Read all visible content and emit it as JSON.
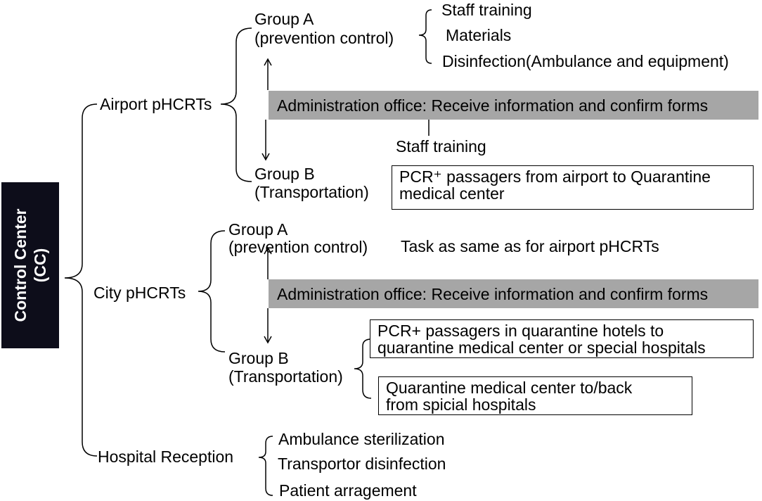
{
  "control_center": {
    "line1": "Control Center",
    "line2": "(CC)"
  },
  "airport": {
    "label": "Airport pHCRTs",
    "group_a": {
      "line1": "Group A",
      "line2": "(prevention control)",
      "tasks": [
        "Staff training",
        "Materials",
        "Disinfection(Ambulance and equipment)"
      ]
    },
    "admin": "Administration office: Receive information and confirm forms",
    "staff_training": "Staff training",
    "group_b": {
      "line1": "Group B",
      "line2": "(Transportation)",
      "task_line1": "PCR⁺ passagers from airport to Quarantine",
      "task_line2": "medical center"
    }
  },
  "city": {
    "label": "City pHCRTs",
    "group_a": {
      "line1": "Group A",
      "line2": "(prevention control)",
      "task": "Task as same as for airport pHCRTs"
    },
    "admin": "Administration office: Receive information and confirm forms",
    "group_b": {
      "line1": "Group B",
      "line2": "(Transportation)",
      "task1_line1": "PCR+ passagers in quarantine hotels to",
      "task1_line2": "quarantine medical center or special hospitals",
      "task2_line1": "Quarantine medical center to/back",
      "task2_line2": "from spicial hospitals"
    }
  },
  "hospital": {
    "label": "Hospital Reception",
    "tasks": [
      "Ambulance sterilization",
      "Transportor disinfection",
      "Patient arragement"
    ]
  }
}
